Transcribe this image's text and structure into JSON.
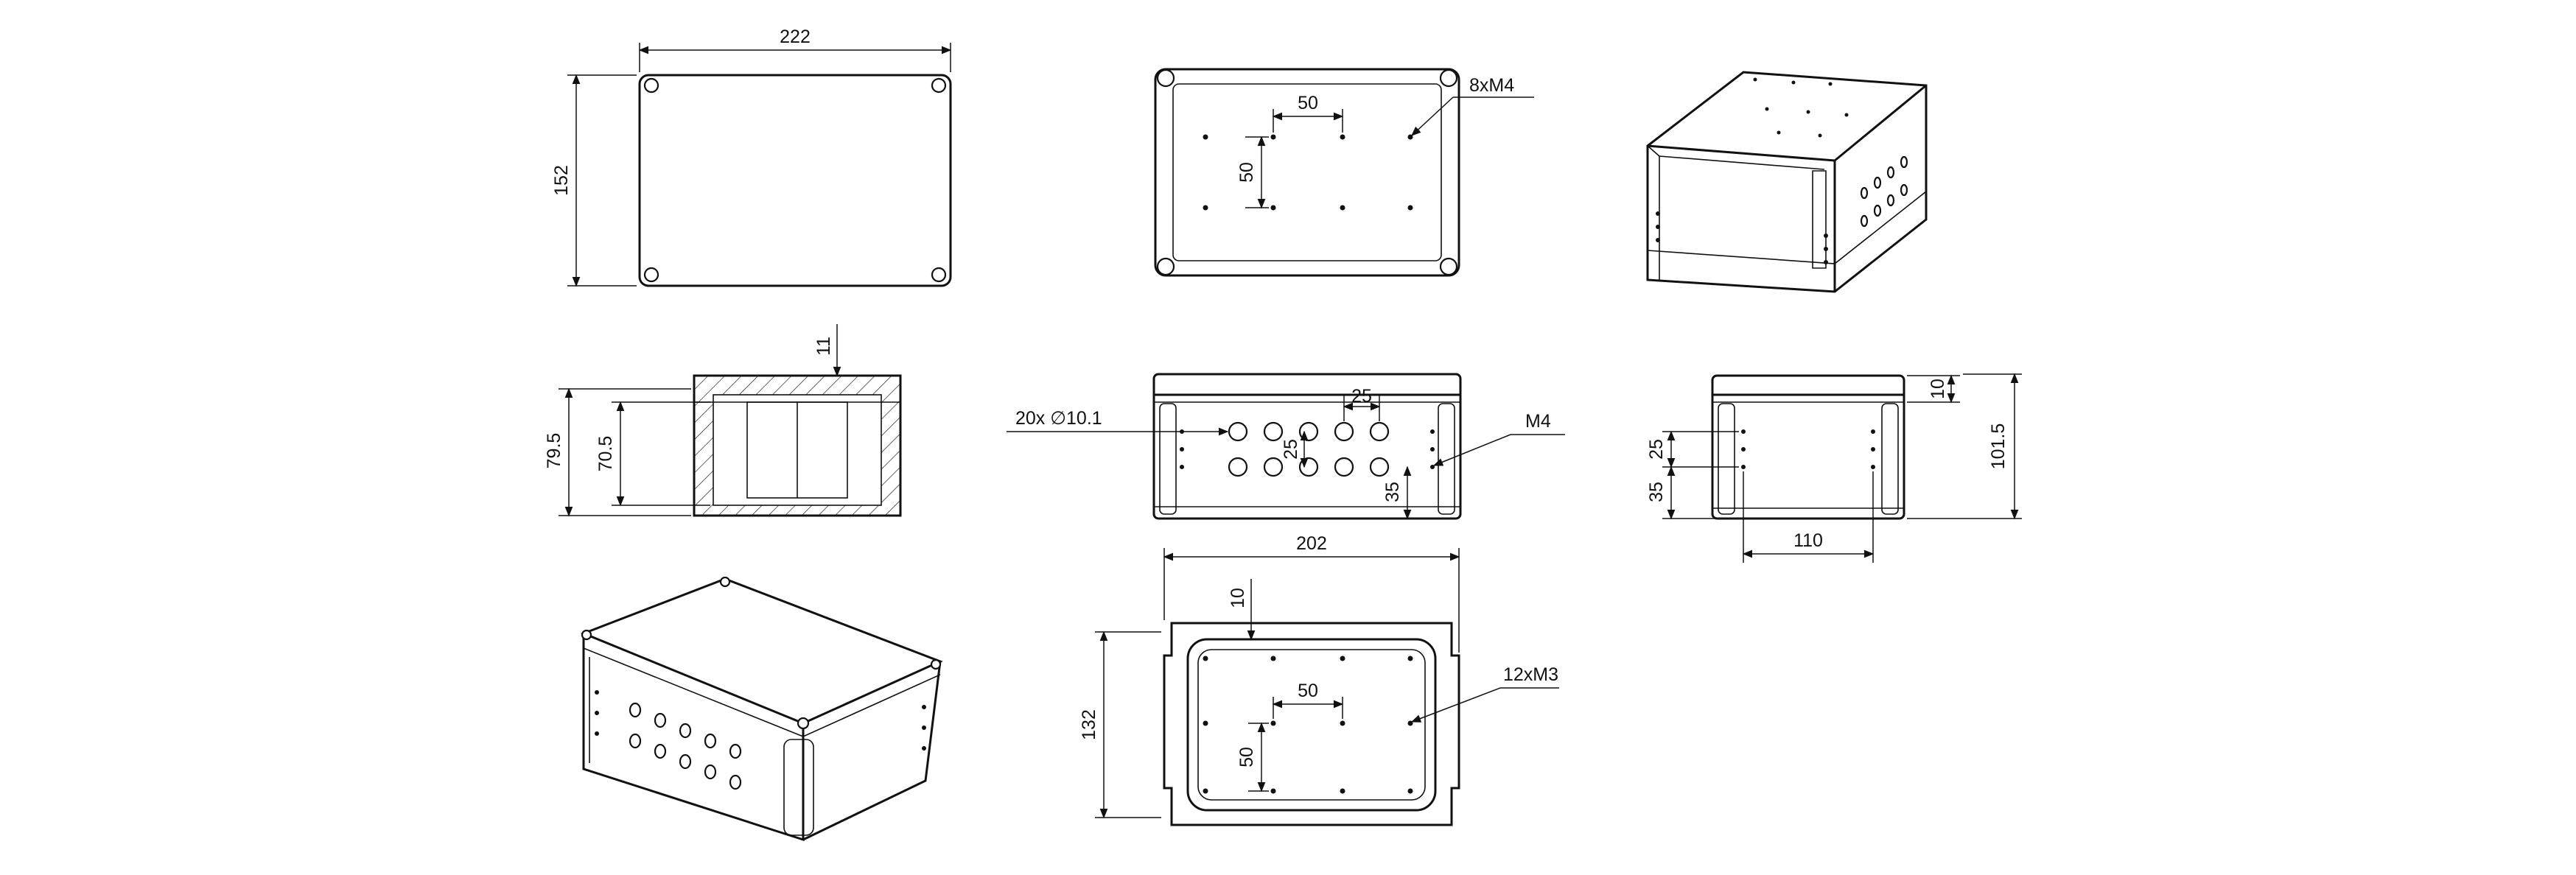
{
  "drawing": {
    "top_view_lid": {
      "width_label": "222",
      "height_label": "152"
    },
    "bottom_view": {
      "spacing_x_label": "50",
      "spacing_y_label": "50",
      "callout_label": "8xM4"
    },
    "side_section": {
      "outer_height_label": "79.5",
      "inner_height_label": "70.5",
      "lid_thickness_label": "11"
    },
    "front_view": {
      "holes_callout_label": "20x ∅10.1",
      "pitch_x_label": "25",
      "pitch_y_label": "25",
      "bottom_offset_label": "35",
      "side_callout_label": "M4"
    },
    "end_view": {
      "lid_label": "10",
      "height_label": "101.5",
      "pitch_label": "25",
      "bottom_label": "35",
      "width_label": "110"
    },
    "inner_view": {
      "width_label": "202",
      "height_label": "132",
      "wall_label": "10",
      "spacing_x_label": "50",
      "spacing_y_label": "50",
      "callout_label": "12xM3"
    }
  }
}
